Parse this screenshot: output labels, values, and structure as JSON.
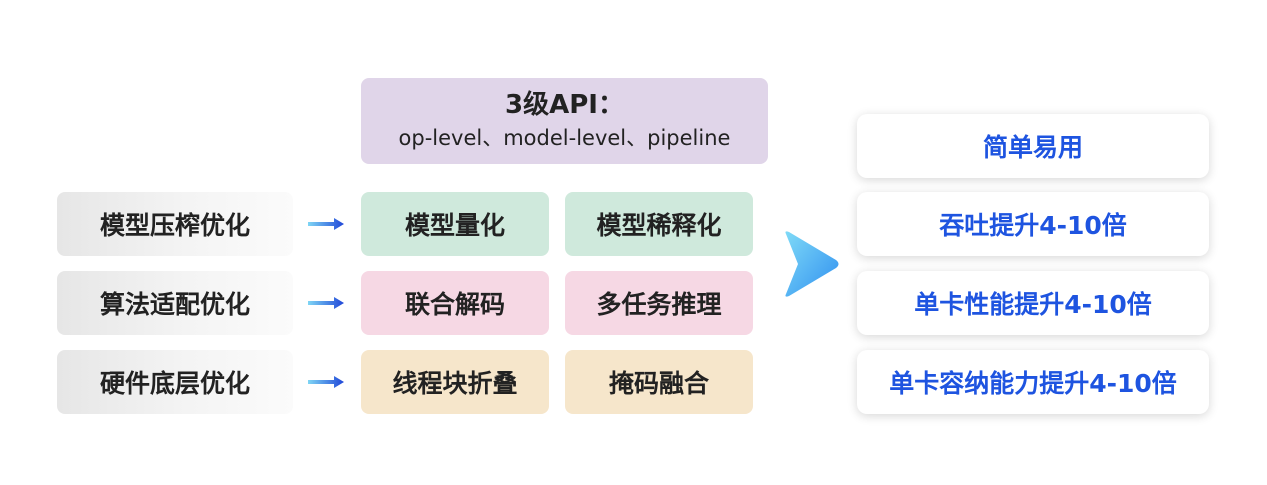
{
  "api": {
    "title": "3级API：",
    "subtitle": "op-level、model-level、pipeline"
  },
  "left": [
    {
      "label": "模型压榨优化"
    },
    {
      "label": "算法适配优化"
    },
    {
      "label": "硬件底层优化"
    }
  ],
  "mid": [
    [
      "模型量化",
      "模型稀释化"
    ],
    [
      "联合解码",
      "多任务推理"
    ],
    [
      "线程块折叠",
      "掩码融合"
    ]
  ],
  "results": [
    {
      "label": "简单易用"
    },
    {
      "label": "吞吐提升4-10倍"
    },
    {
      "label": "单卡性能提升4-10倍"
    },
    {
      "label": "单卡容纳能力提升4-10倍"
    }
  ],
  "colors": {
    "row1": "#cfe9dc",
    "row2": "#f6d8e4",
    "row3": "#f6e6cb",
    "api": "#e0d5e9",
    "result_text": "#1e54e0"
  }
}
